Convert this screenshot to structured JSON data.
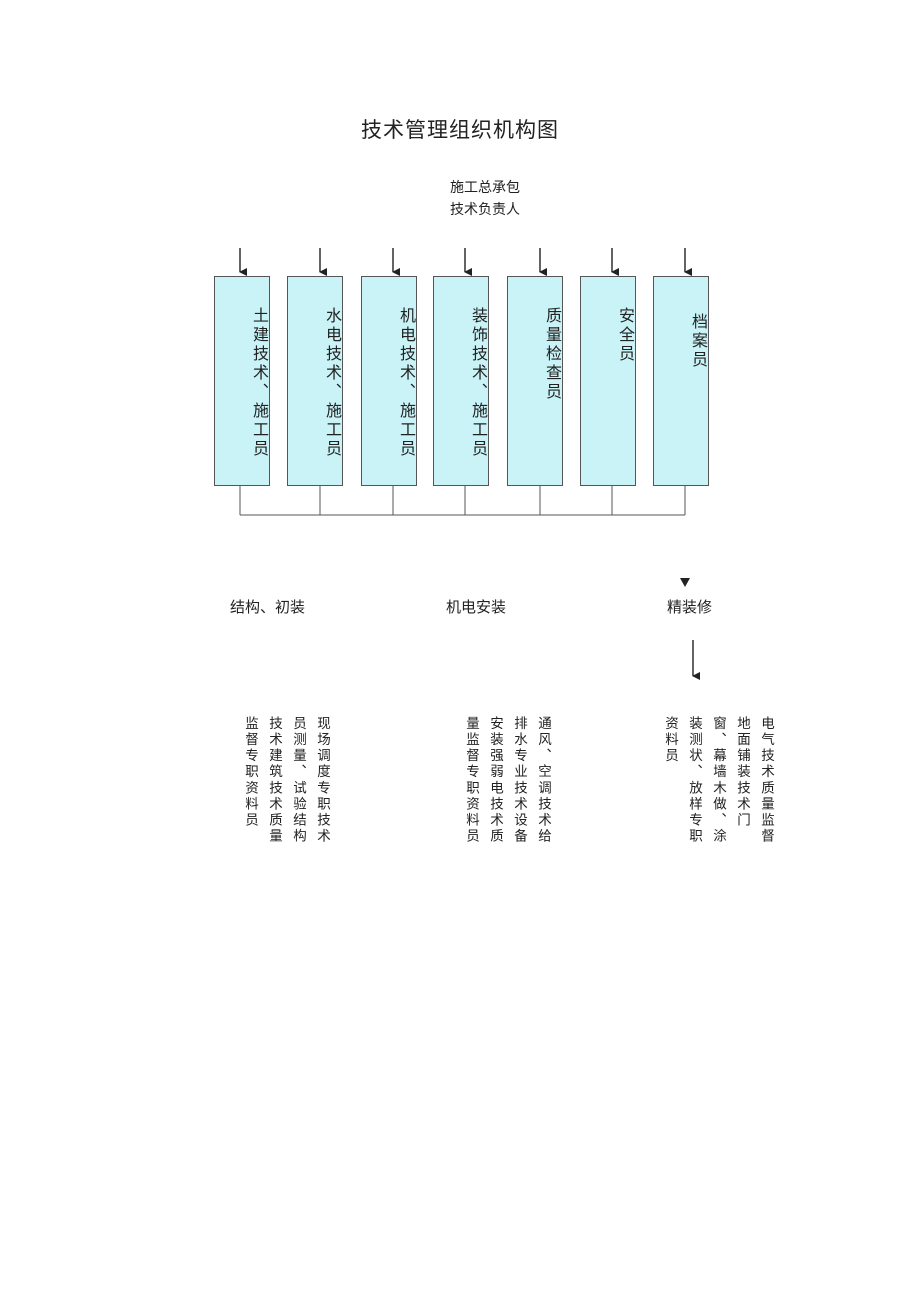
{
  "title": "技术管理组织机构图",
  "top": {
    "line1": "施工总承包",
    "line2": "技术负责人"
  },
  "roles": [
    "土建技术、施工员",
    "水电技术、施工员",
    "机电技术、施工员",
    "装饰技术、施工员",
    "质量检查员",
    "安全员",
    "档案员"
  ],
  "groups": [
    "结构、初装",
    "机电安装",
    "精装修"
  ],
  "duties": {
    "structure": "现场调度专职技术员测量、试验结构技术建筑技术质量监督专职资料员",
    "mep": "通风、空调技术给排水专业技术设备安装强弱电技术质量监督专职资料员",
    "finish": "电气技术质量监督地面铺装技术门窗、幕墙木做、涂装测状、放样专职资料员"
  }
}
